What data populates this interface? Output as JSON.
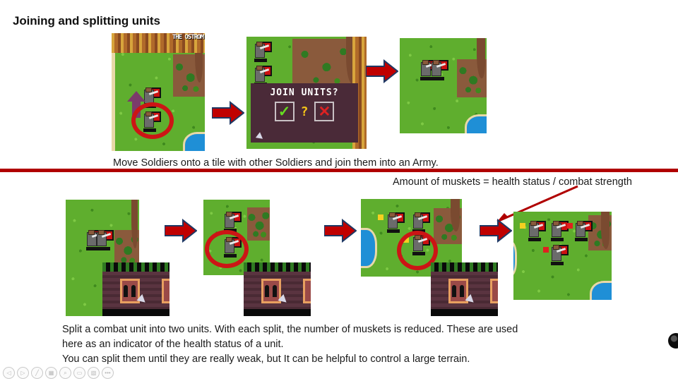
{
  "slide": {
    "title": "Joining and splitting units",
    "divider_color": "#b00000",
    "background": "#ffffff"
  },
  "section_join": {
    "caption": "Move Soldiers onto a tile with other Soldiers and join them into an Army.",
    "panels": [
      {
        "name": "map-before-join",
        "hud_text": "THE OSTROM",
        "units": 2,
        "highlighted": true,
        "move_arrow": true
      },
      {
        "name": "map-join-prompt",
        "units": 2,
        "dialog": {
          "title": "JOIN UNITS?",
          "yes_glyph": "✓",
          "question_glyph": "?",
          "no_glyph": "✕",
          "cursor": "pointer-cursor"
        }
      },
      {
        "name": "map-after-join",
        "units": 1,
        "note": "joined army"
      }
    ],
    "arrows": [
      {
        "name": "flow-arrow-1",
        "color": "#c00000",
        "outline": "#1f3864"
      },
      {
        "name": "flow-arrow-2",
        "color": "#c00000",
        "outline": "#1f3864"
      }
    ]
  },
  "section_split": {
    "annotation": "Amount of muskets = health status / combat strength",
    "annotation_arrow_color": "#b00000",
    "caption": "Split a combat unit into two units. With each split, the number of muskets is reduced. These are used\nhere as an indicator of the health status of a unit.\nYou can split them until they are really weak, but It can be helpful to control a large terrain.",
    "panels": [
      {
        "name": "split-step-1",
        "units": 1,
        "highlighted": false,
        "split_dialog": true,
        "hp_pips": []
      },
      {
        "name": "split-step-2",
        "units": 2,
        "highlighted": true,
        "split_dialog": true,
        "hp_pips": []
      },
      {
        "name": "split-step-3",
        "units": 3,
        "highlighted": true,
        "split_dialog": true,
        "hp_pips": [
          "#f5d020",
          "#f5d020"
        ]
      },
      {
        "name": "split-step-4",
        "units": 4,
        "highlighted": false,
        "split_dialog": false,
        "hp_pips": [
          "#f5d020",
          "#e02020",
          "#e02020"
        ]
      }
    ],
    "split_dialog": {
      "figures": 2,
      "cursor": "pointer-cursor"
    },
    "arrows": [
      {
        "name": "flow-arrow-3",
        "color": "#c00000",
        "outline": "#1f3864"
      },
      {
        "name": "flow-arrow-4",
        "color": "#c00000",
        "outline": "#1f3864"
      },
      {
        "name": "flow-arrow-5",
        "color": "#c00000",
        "outline": "#1f3864"
      }
    ]
  },
  "viewer_controls": [
    {
      "name": "previous-button",
      "glyph": "◁"
    },
    {
      "name": "play-button",
      "glyph": "▷"
    },
    {
      "name": "pen-button",
      "glyph": "╱"
    },
    {
      "name": "slides-button",
      "glyph": "▦"
    },
    {
      "name": "zoom-button",
      "glyph": "⌕"
    },
    {
      "name": "notes-button",
      "glyph": "▭"
    },
    {
      "name": "blank-button",
      "glyph": "▧"
    },
    {
      "name": "more-button",
      "glyph": "•••"
    }
  ]
}
